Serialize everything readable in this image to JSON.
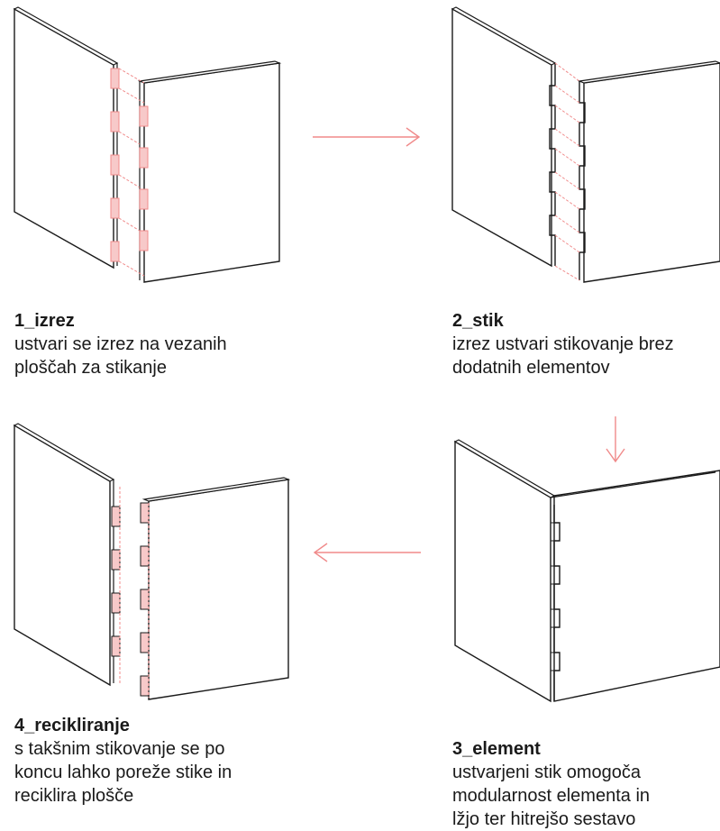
{
  "colors": {
    "line": "#1a1a1a",
    "accent": "#f08a8a",
    "cut_fill": "#f7c9c9",
    "panel": "#ffffff"
  },
  "steps": [
    {
      "title": "1_izrez",
      "lines": [
        "ustvari se izrez na vezanih",
        "ploščah za stikanje"
      ]
    },
    {
      "title": "2_stik",
      "lines": [
        "izrez ustvari stikovanje brez",
        "dodatnih elementov"
      ]
    },
    {
      "title": "3_element",
      "lines": [
        "ustvarjeni stik omogoča",
        "modularnost elementa in",
        "lžjo ter hitrejšo sestavo"
      ]
    },
    {
      "title": "4_recikliranje",
      "lines": [
        "s takšnim stikovanje se po",
        "koncu lahko poreže stike in",
        "reciklira plošče"
      ]
    }
  ],
  "arrows": [
    {
      "from": "step-1",
      "to": "step-2",
      "direction": "right"
    },
    {
      "from": "step-2",
      "to": "step-3",
      "direction": "down"
    },
    {
      "from": "step-3",
      "to": "step-4",
      "direction": "left"
    }
  ]
}
